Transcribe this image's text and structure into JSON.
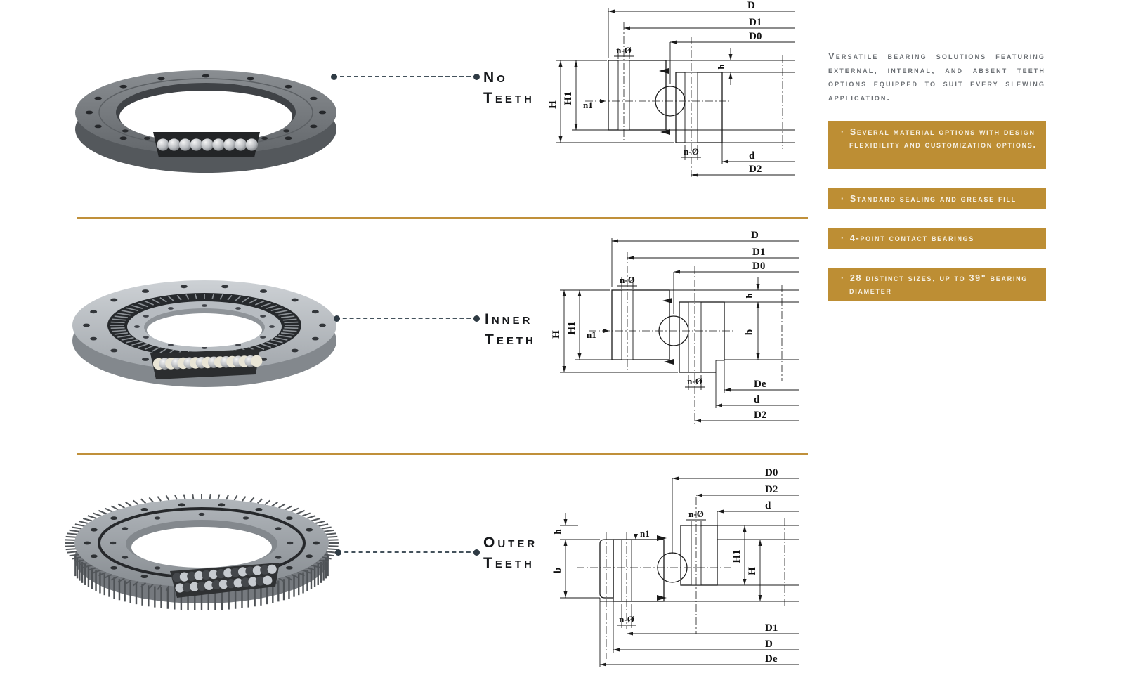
{
  "colors": {
    "gold": "#BD8E34",
    "gold_line": "#C0903A",
    "paragraph_text": "#6C7075",
    "label_text": "#17191C",
    "leader": "#44525C",
    "drawing_line": "#1A1A1A",
    "box_text": "#F6F1E5"
  },
  "rows": [
    {
      "name": "no-teeth",
      "label": {
        "line1": "No",
        "line2": "Teeth"
      },
      "drawing": {
        "D": "D",
        "D1": "D1",
        "D0": "D0",
        "nO_top": "n-Ø",
        "H": "H",
        "H1": "H1",
        "h": "h",
        "n1": "n1",
        "nO_bot": "n-Ø",
        "d": "d",
        "D2": "D2"
      }
    },
    {
      "name": "inner-teeth",
      "label": {
        "line1": "Inner",
        "line2": "Teeth"
      },
      "drawing": {
        "D": "D",
        "D1": "D1",
        "D0": "D0",
        "nO_top": "n-Ø",
        "H": "H",
        "H1": "H1",
        "h": "h",
        "b": "b",
        "n1": "n1",
        "nO_bot": "n-Ø",
        "De": "De",
        "d": "d",
        "D2": "D2"
      }
    },
    {
      "name": "outer-teeth",
      "label": {
        "line1": "Outer",
        "line2": "Teeth"
      },
      "drawing": {
        "D0": "D0",
        "D2": "D2",
        "d": "d",
        "nO_top": "n-Ø",
        "h": "h",
        "b": "b",
        "n1": "n1",
        "H1": "H1",
        "H": "H",
        "nO_bot": "n-Ø",
        "D1": "D1",
        "D": "D",
        "De": "De"
      }
    }
  ],
  "sidebar": {
    "bullet_marker": "·",
    "intro": "Versatile bearing solutions featuring external, internal, and absent teeth options equipped to suit every slewing application.",
    "bullets": [
      {
        "text": "Several material options with design flexibility and customization options."
      },
      {
        "text": "Standard sealing and grease fill"
      },
      {
        "text": "4-point contact bearings"
      },
      {
        "text": "28 distinct sizes, up to 39\" bearing diameter"
      }
    ]
  }
}
